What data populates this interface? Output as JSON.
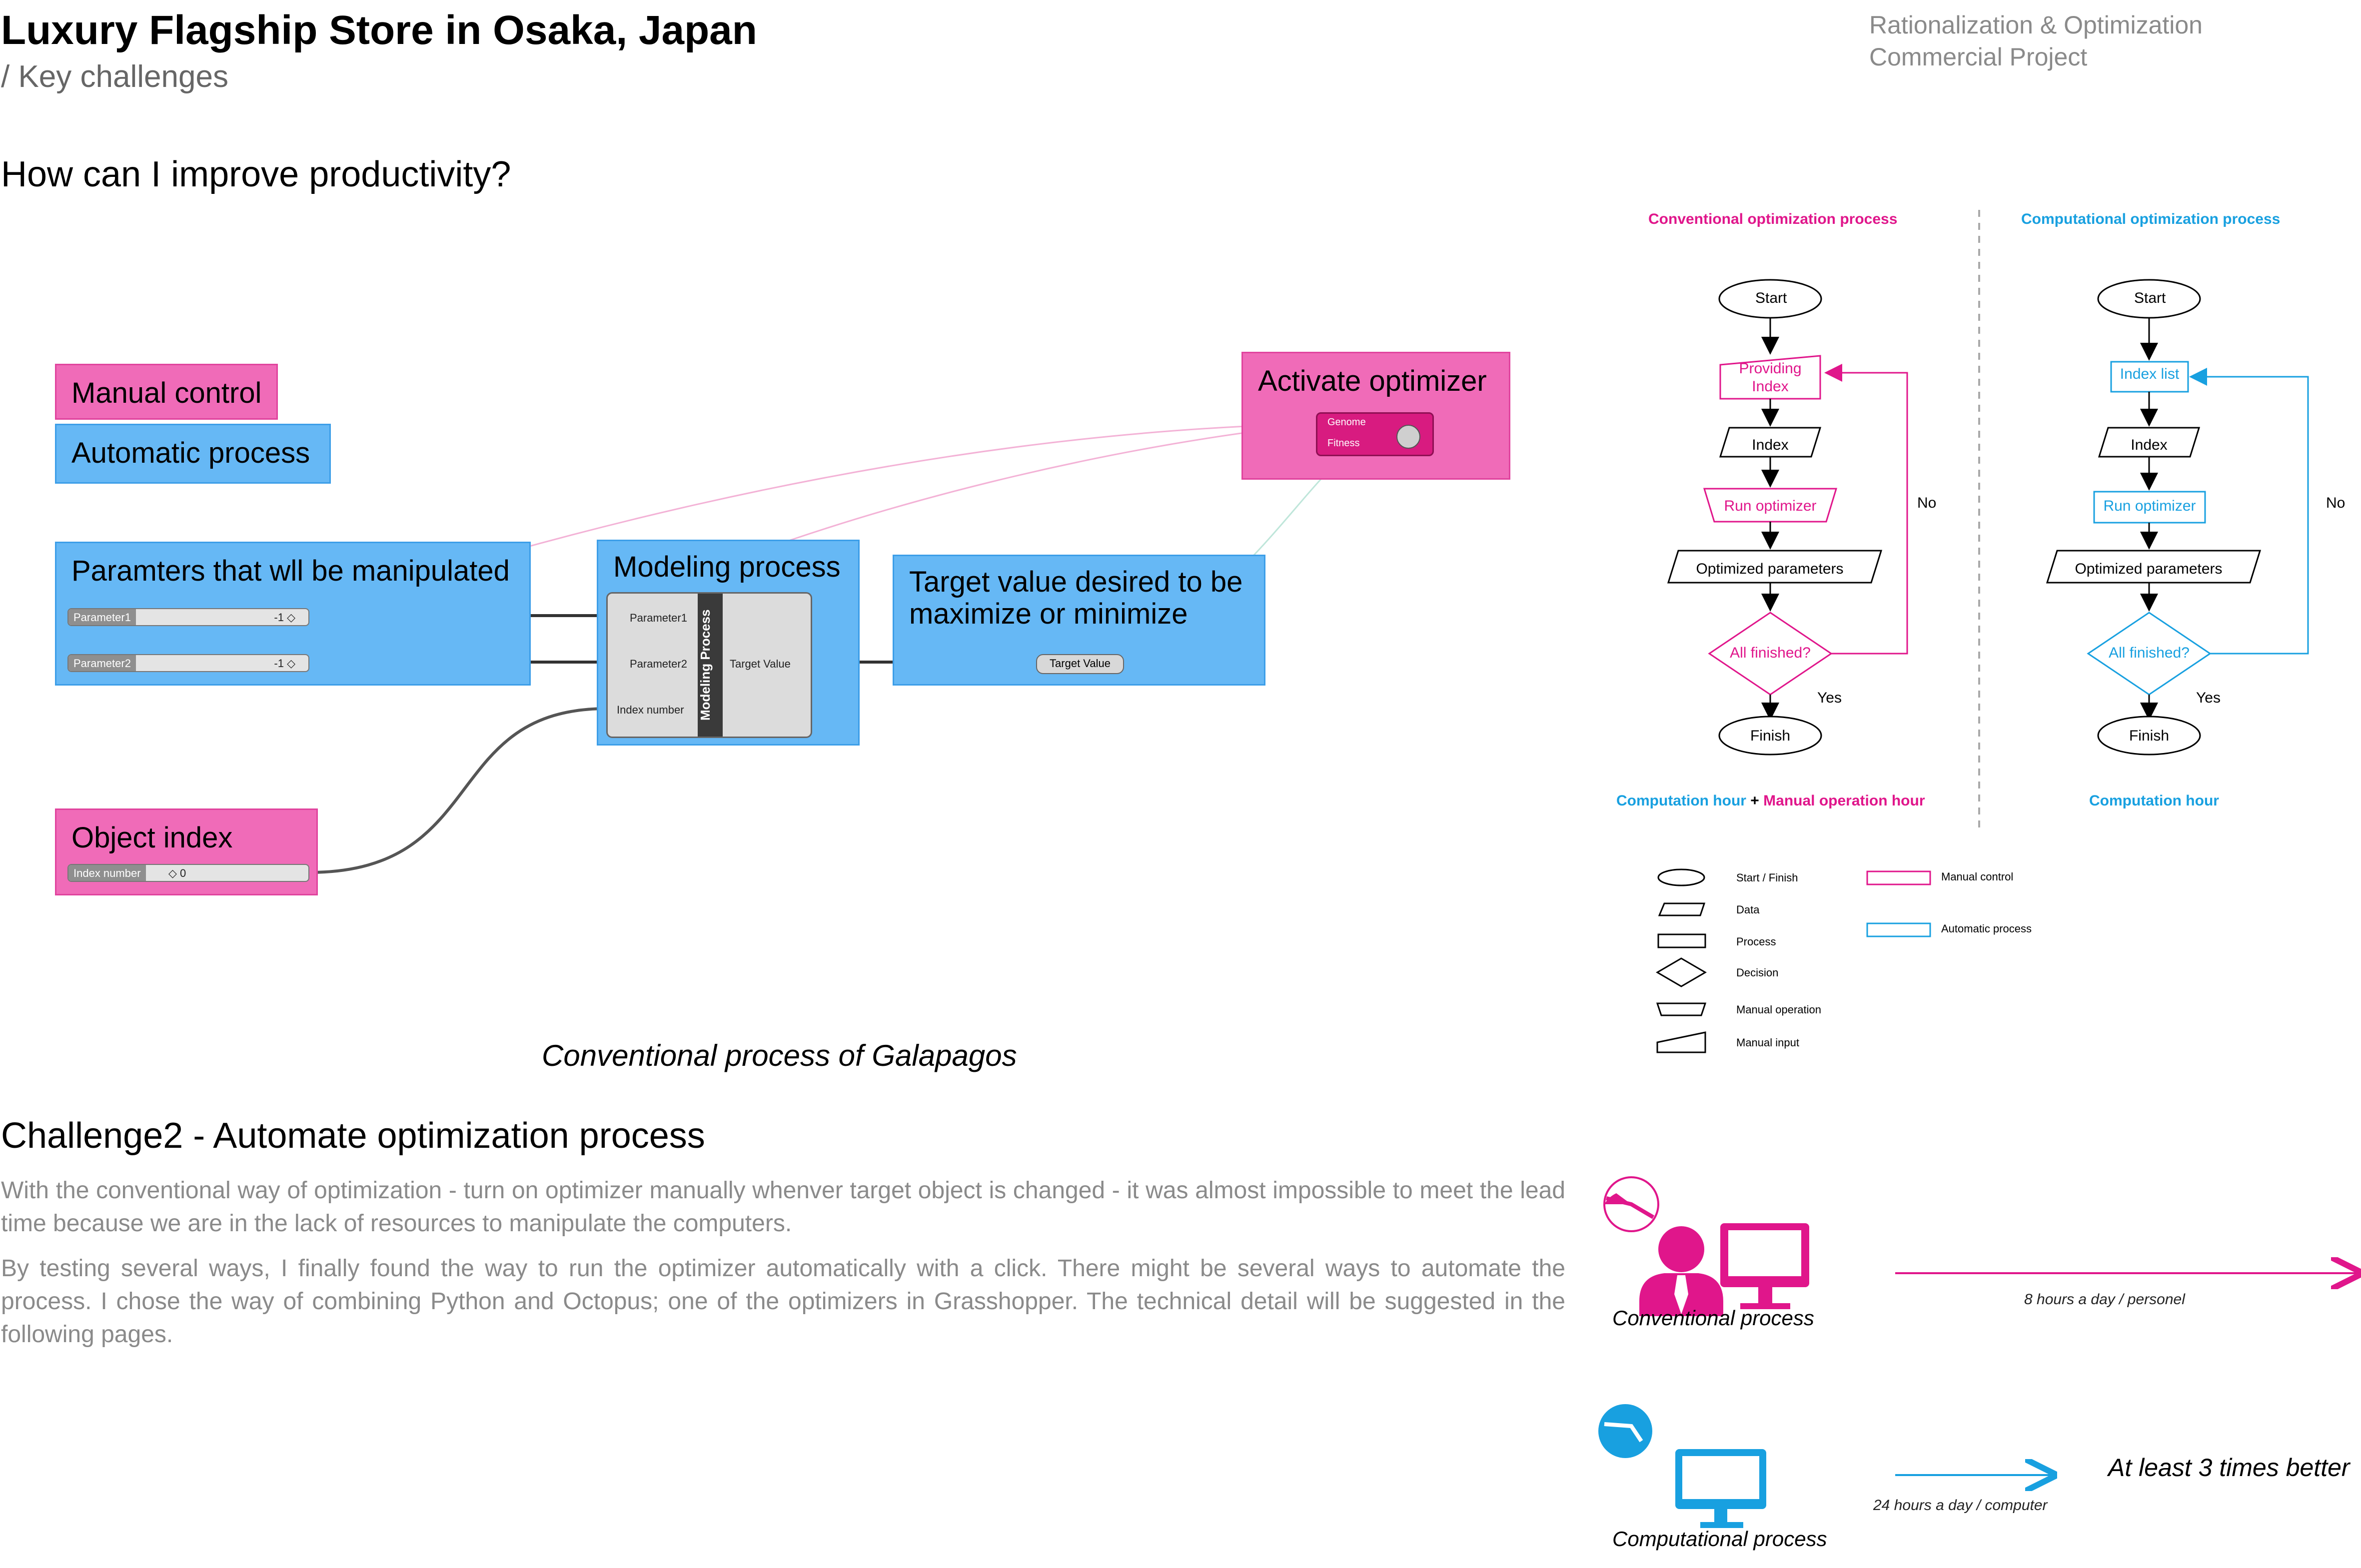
{
  "header": {
    "title": "Luxury Flagship Store in Osaka, Japan",
    "subtitle": "/ Key challenges",
    "category_line1": "Rationalization & Optimization",
    "category_line2": "Commercial Project"
  },
  "question": "How can I improve productivity?",
  "grasshopper": {
    "manual_control": "Manual control",
    "automatic_process": "Automatic process",
    "activate_optimizer": "Activate optimizer",
    "genome": "Genome",
    "fitness": "Fitness",
    "parameters_group": "Paramters that wll be manipulated",
    "parameter1": "Parameter1",
    "parameter2": "Parameter2",
    "param_value": "-1 ◇",
    "modeling_group": "Modeling process",
    "modeling_component": "Modeling Process",
    "input_p1": "Parameter1",
    "input_p2": "Parameter2",
    "input_index": "Index number",
    "output_target": "Target Value",
    "target_group_line1": "Target value desired to be",
    "target_group_line2": "maximize or minimize",
    "target_param": "Target Value",
    "object_index": "Object index",
    "index_number": "Index number",
    "index_value": "◇ 0",
    "caption": "Conventional process of Galapagos"
  },
  "flowchart": {
    "left_title": "Conventional optimization process",
    "right_title": "Computational optimization process",
    "start": "Start",
    "providing_index_l1": "Providing",
    "providing_index_l2": "Index",
    "index_list": "Index list",
    "index": "Index",
    "run_optimizer": "Run optimizer",
    "optimized_parameters": "Optimized parameters",
    "all_finished": "All finished?",
    "finish": "Finish",
    "no": "No",
    "yes": "Yes",
    "left_footer_a": "Computation hour",
    "left_footer_plus": "+",
    "left_footer_b": "Manual operation hour",
    "right_footer": "Computation hour"
  },
  "legend": {
    "start_finish": "Start / Finish",
    "data": "Data",
    "process": "Process",
    "decision": "Decision",
    "manual_operation": "Manual operation",
    "manual_input": "Manual input",
    "manual_control": "Manual control",
    "automatic_process": "Automatic process"
  },
  "challenge": {
    "heading": "Challenge2 - Automate optimization process",
    "para1": " With the conventional way of optimization - turn on optimizer manually whenver target object is changed - it was almost impossible to meet the lead time because we are in the lack of resources to manipulate the computers.",
    "para2": " By testing several ways, I finally found the way to run the optimizer automatically with a click. There might be several ways to automate the process. I chose the way of combining Python and Octopus; one of the optimizers in Grasshopper. The technical detail will be suggested in the following pages."
  },
  "comparison": {
    "conventional_label": "Conventional process",
    "conventional_hours": "8 hours a day / personel",
    "computational_label": "Computational process",
    "computational_hours": "24 hours a day / computer",
    "result": "At least 3 times better"
  },
  "colors": {
    "magenta": "#e0168b",
    "cyan": "#18a0e0",
    "pink_group": "#f06bb8",
    "blue_group": "#66b8f5"
  }
}
